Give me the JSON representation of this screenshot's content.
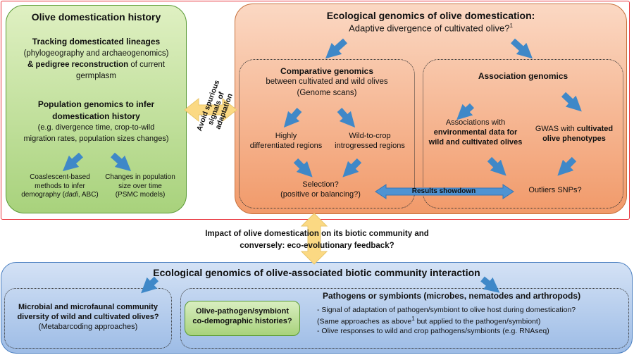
{
  "green": {
    "title": "Olive domestication history",
    "s1_title": "Tracking domesticated lineages",
    "s1_line2": "(phylogeography and archaeogenomics)",
    "s1_line3_amp": "& ",
    "s1_line3_bold": "pedigree reconstruction",
    "s1_line3_rest": " of current",
    "s1_line4": "germplasm",
    "s2_title1": "Population genomics to infer",
    "s2_title2": "domestication history",
    "s2_line3": "(e.g. divergence time, crop-to-wild",
    "s2_line4": "migration rates, population sizes changes)",
    "c1_line1": "Coaslescent-based",
    "c1_line2": "methods to infer",
    "c1_line3_pre": "demography (",
    "c1_line3_it": "dadi",
    "c1_line3_post": ", ABC)",
    "c2_line1": "Changes in population",
    "c2_line2": "size over time",
    "c2_line3": "(PSMC models)"
  },
  "connector": {
    "line1": "Avoid spurious",
    "line2": "signals of",
    "line3": "adaptation"
  },
  "orange": {
    "title": "Ecological genomics of olive domestication:",
    "subtitle": "Adaptive divergence of cultivated olive?",
    "subtitle_sup": "1",
    "comp_title": "Comparative genomics",
    "comp_line2": "between cultivated and wild olives",
    "comp_line3": "(Genome scans)",
    "high1": "Highly",
    "high2": "differentiated regions",
    "w2c1": "Wild-to-crop",
    "w2c2": "introgressed regions",
    "sel1": "Selection?",
    "sel2": "(positive or balancing?)",
    "assoc_title": "Association genomics",
    "env1": "Associations with",
    "env2": "environmental data for",
    "env3": "wild and cultivated olives",
    "gwas1_pre": "GWAS with ",
    "gwas1_bold": "cultivated",
    "gwas2": "olive phenotypes",
    "outliers": "Outliers SNPs?",
    "showdown": "Results showdown"
  },
  "impact": {
    "line1": "Impact of olive domestication on its biotic community and",
    "line2": "conversely: eco-evolutionary feedback?"
  },
  "blue": {
    "title": "Ecological genomics of olive-associated biotic community interaction",
    "micro1": "Microbial and microfaunal community",
    "micro2": "diversity of wild and cultivated olives?",
    "micro3": "(Metabarcoding approaches)",
    "path_title": "Pathogens or symbionts (microbes, nematodes and arthropods)",
    "b1": "- Signal of adaptation of pathogen/symbiont to olive host during domestication?",
    "b2_pre": "(Same approaches as above",
    "b2_sup": "1",
    "b2_post": " but applied to the pathogen/symbiont)",
    "b3": "- Olive responses to wild and crop pathogens/symbionts (e.g. RNAseq)",
    "codemo1": "Olive-pathogen/symbiont",
    "codemo2": "co-demographic histories?"
  },
  "colors": {
    "frame_red": "#e8323a",
    "green_fill": "#a8d27c",
    "orange_fill": "#f19a6a",
    "blue_fill": "#9dbce6",
    "arrow_blue": "#3f88c8",
    "arrow_yellow": "#fbd983"
  },
  "icons": [
    "arrow-blue-icon",
    "double-arrow-yellow-icon",
    "double-arrow-blue-icon"
  ]
}
